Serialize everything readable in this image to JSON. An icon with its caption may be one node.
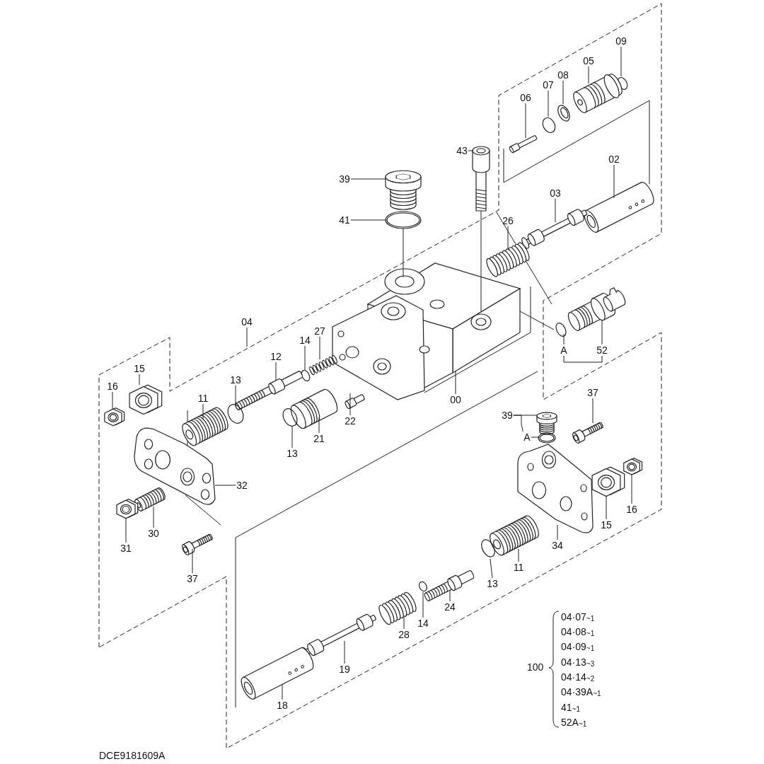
{
  "diagram": {
    "nodes": [
      {
        "text": [
          "09"
        ]
      },
      {
        "text": [
          "05"
        ]
      },
      {
        "text": [
          "08"
        ]
      },
      {
        "text": [
          "07"
        ]
      },
      {
        "text": [
          "06"
        ]
      },
      {
        "text": [
          "43"
        ]
      },
      {
        "text": [
          "39"
        ]
      },
      {
        "text": [
          "02"
        ]
      },
      {
        "text": [
          "41"
        ]
      },
      {
        "text": [
          "03"
        ]
      },
      {
        "text": [
          "26"
        ]
      },
      {
        "text": [
          "04"
        ]
      },
      {
        "text": [
          "27"
        ]
      },
      {
        "text": [
          "14"
        ]
      },
      {
        "text": [
          "12"
        ]
      },
      {
        "text": [
          "13"
        ]
      },
      {
        "text": [
          "11"
        ]
      },
      {
        "text": [
          "15"
        ]
      },
      {
        "text": [
          "16"
        ]
      },
      {
        "text": [
          "52"
        ]
      },
      {
        "text": [
          "A"
        ]
      },
      {
        "text": [
          "00"
        ]
      },
      {
        "text": [
          "22"
        ]
      },
      {
        "text": [
          "13"
        ]
      },
      {
        "text": [
          "21"
        ]
      },
      {
        "text": [
          "37"
        ]
      },
      {
        "text": [
          "39"
        ]
      },
      {
        "text": [
          "A"
        ]
      },
      {
        "text": [
          "32"
        ]
      },
      {
        "text": [
          "30"
        ]
      },
      {
        "text": [
          "31"
        ]
      },
      {
        "text": [
          "37"
        ]
      },
      {
        "text": [
          "34"
        ]
      },
      {
        "text": [
          "15"
        ]
      },
      {
        "text": [
          "16"
        ]
      },
      {
        "text": [
          "11"
        ]
      },
      {
        "text": [
          "13"
        ]
      },
      {
        "text": [
          "24"
        ]
      },
      {
        "text": [
          "14"
        ]
      },
      {
        "text": [
          "28"
        ]
      },
      {
        "text": [
          "19"
        ]
      },
      {
        "text": [
          "18"
        ]
      },
      {
        "text": [],
        "shape": "circle"
      },
      {
        "text": [],
        "shape": "picture"
      },
      {
        "text": [],
        "shape": "circle"
      },
      {
        "text": [],
        "shape": "circle"
      },
      {
        "text": [],
        "shape": "picture"
      },
      {
        "text": [],
        "shape": "picture"
      },
      {
        "text": [],
        "shape": "picture"
      },
      {
        "text": [],
        "shape": "circle"
      },
      {
        "text": [],
        "shape": "picture"
      },
      {
        "text": [],
        "shape": "picture"
      },
      {
        "text": [],
        "shape": "picture"
      },
      {
        "text": [],
        "shape": "picture"
      },
      {
        "text": [],
        "shape": "picture"
      },
      {
        "text": [],
        "shape": "circle"
      },
      {
        "text": [],
        "shape": "picture"
      },
      {
        "text": [],
        "shape": "circle"
      },
      {
        "text": [],
        "shape": "picture"
      },
      {
        "text": [],
        "shape": "circle"
      },
      {
        "text": [],
        "shape": "picture"
      },
      {
        "text": [],
        "shape": "picture"
      },
      {
        "text": [],
        "shape": "picture"
      },
      {
        "text": [],
        "shape": "picture"
      },
      {
        "text": [],
        "shape": "picture"
      },
      {
        "text": [],
        "shape": "circle"
      },
      {
        "text": [],
        "shape": "picture"
      },
      {
        "text": [],
        "shape": "picture"
      },
      {
        "text": [],
        "shape": "circle"
      },
      {
        "text": [],
        "shape": "picture"
      },
      {
        "text": [],
        "shape": "picture"
      },
      {
        "text": [],
        "shape": "picture"
      },
      {
        "text": [],
        "shape": "picture"
      },
      {
        "text": [],
        "shape": "picture"
      },
      {
        "text": [],
        "shape": "picture"
      },
      {
        "text": [],
        "shape": "picture"
      },
      {
        "text": [],
        "shape": "picture"
      },
      {
        "text": [],
        "shape": "circle"
      },
      {
        "text": [],
        "shape": "picture"
      },
      {
        "text": [],
        "shape": "circle"
      },
      {
        "text": [],
        "shape": "picture"
      },
      {
        "text": [],
        "shape": "picture"
      },
      {
        "text": [],
        "shape": "picture"
      }
    ],
    "edges": [
      {
        "from": 0,
        "to": 42,
        "arrow": "none"
      },
      {
        "from": 1,
        "to": 43,
        "arrow": "none"
      },
      {
        "from": 2,
        "to": 44,
        "arrow": "none"
      },
      {
        "from": 3,
        "to": 45,
        "arrow": "none"
      },
      {
        "from": 4,
        "to": 46,
        "arrow": "none"
      },
      {
        "from": 5,
        "to": 47,
        "arrow": "none"
      },
      {
        "from": 6,
        "to": 48,
        "arrow": "none"
      },
      {
        "from": 7,
        "to": 50,
        "arrow": "none"
      },
      {
        "from": 8,
        "to": 49,
        "arrow": "none"
      },
      {
        "from": 9,
        "to": 51,
        "arrow": "none"
      },
      {
        "from": 10,
        "to": 52,
        "arrow": "none"
      },
      {
        "from": 11,
        "to": null,
        "arrow": "none"
      },
      {
        "from": 12,
        "to": 56,
        "arrow": "none"
      },
      {
        "from": 13,
        "to": 57,
        "arrow": "none"
      },
      {
        "from": 14,
        "to": 58,
        "arrow": "none"
      },
      {
        "from": 15,
        "to": 59,
        "arrow": "none"
      },
      {
        "from": 16,
        "to": 60,
        "arrow": "none"
      },
      {
        "from": 17,
        "to": 61,
        "arrow": "none"
      },
      {
        "from": 18,
        "to": 62,
        "arrow": "none"
      },
      {
        "from": 19,
        "to": 54,
        "arrow": "none"
      },
      {
        "from": 20,
        "to": 55,
        "arrow": "none"
      },
      {
        "from": 21,
        "to": 53,
        "arrow": "none"
      },
      {
        "from": 22,
        "to": 63,
        "arrow": "none"
      },
      {
        "from": 23,
        "to": 65,
        "arrow": "none"
      },
      {
        "from": 24,
        "to": 64,
        "arrow": "none"
      },
      {
        "from": 25,
        "to": 67,
        "arrow": "none"
      },
      {
        "from": 26,
        "to": 66,
        "arrow": "none"
      },
      {
        "from": 27,
        "to": 68,
        "arrow": "none"
      },
      {
        "from": 28,
        "to": 69,
        "arrow": "none"
      },
      {
        "from": 29,
        "to": 73,
        "arrow": "none"
      },
      {
        "from": 30,
        "to": 74,
        "arrow": "none"
      },
      {
        "from": 31,
        "to": 75,
        "arrow": "none"
      },
      {
        "from": 32,
        "to": 70,
        "arrow": "none"
      },
      {
        "from": 33,
        "to": 72,
        "arrow": "none"
      },
      {
        "from": 34,
        "to": 71,
        "arrow": "none"
      },
      {
        "from": 35,
        "to": 76,
        "arrow": "none"
      },
      {
        "from": 36,
        "to": 77,
        "arrow": "none"
      },
      {
        "from": 37,
        "to": 78,
        "arrow": "none"
      },
      {
        "from": 38,
        "to": 79,
        "arrow": "none"
      },
      {
        "from": 39,
        "to": 80,
        "arrow": "none"
      },
      {
        "from": 40,
        "to": 81,
        "arrow": "none"
      },
      {
        "from": 41,
        "to": 82,
        "arrow": "none"
      },
      {
        "from": 20,
        "to": 19,
        "arrow": "none"
      },
      {
        "from": 26,
        "to": 27,
        "arrow": "none"
      },
      {
        "from": 49,
        "to": 53,
        "arrow": "none"
      },
      {
        "from": 47,
        "to": 53,
        "arrow": "none"
      },
      {
        "from": 55,
        "to": 53,
        "arrow": "none"
      }
    ],
    "labels": [
      "100",
      "04·07$_{~1}$",
      "04·08$_{~1}$",
      "04·09$_{~1}$",
      "04·13$_{~3}$",
      "04·14$_{~2}$",
      "04·39A$_{~1}$",
      "41$_{~1}$",
      "52A$_{~1}$",
      "DCE9181609A"
    ]
  }
}
